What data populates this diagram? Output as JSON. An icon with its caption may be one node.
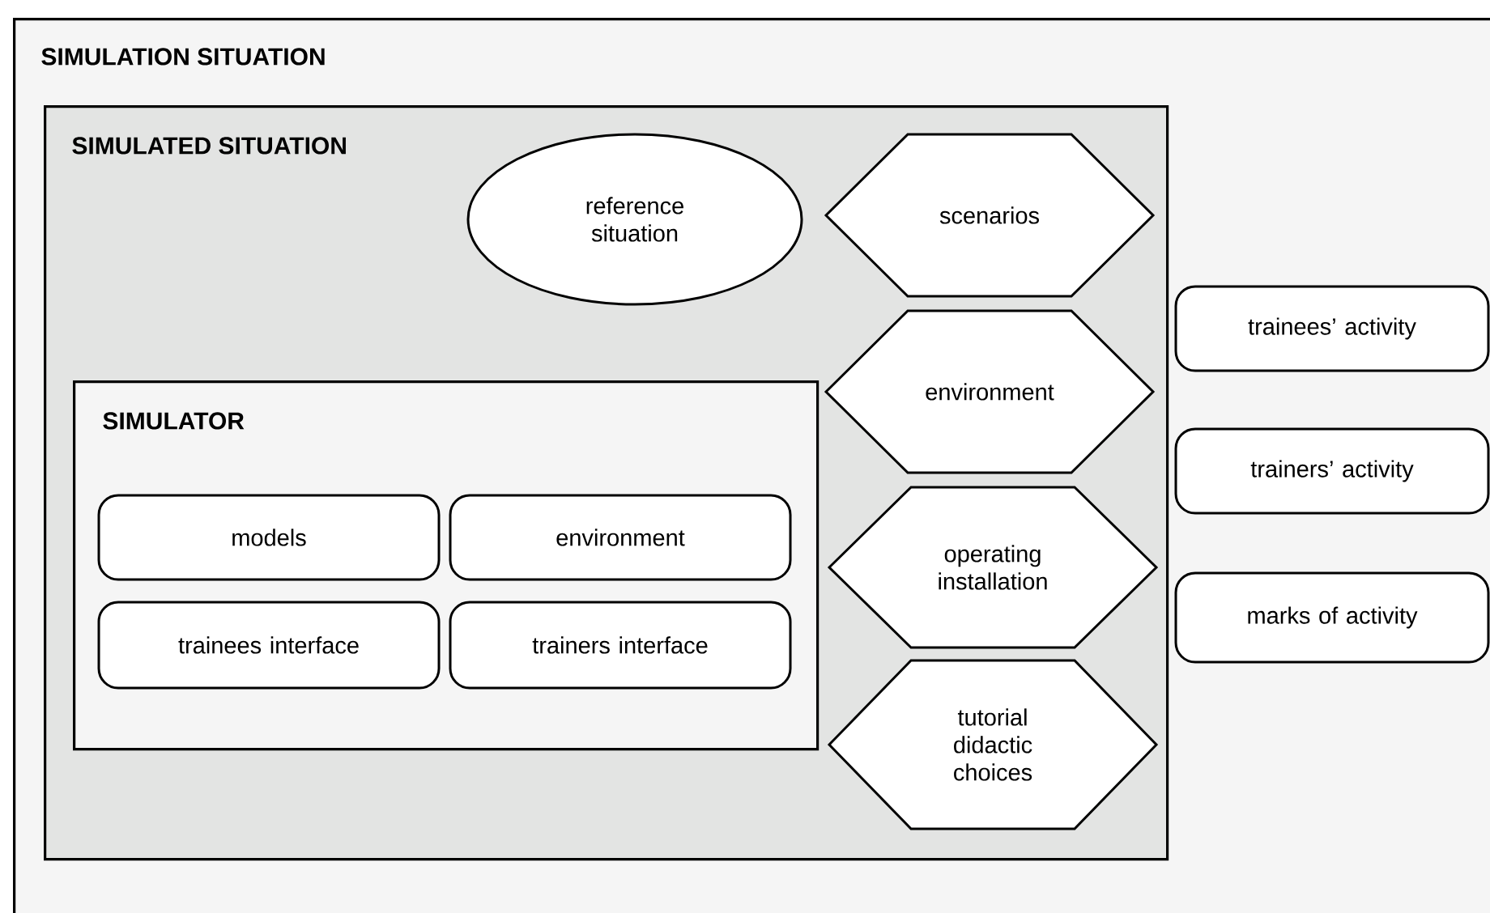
{
  "diagram": {
    "nodes": [
      {
        "text": [
          "SIMULATION SITUATION"
        ]
      },
      {
        "text": [
          "SIMULATED SITUATION"
        ],
        "in": 0
      },
      {
        "text": [
          "reference situation"
        ],
        "in": 1
      },
      {
        "text": [
          "scenarios"
        ],
        "in": 1
      },
      {
        "text": [
          "environment"
        ],
        "in": 1
      },
      {
        "text": [
          "SIMULATOR"
        ],
        "in": 1
      },
      {
        "text": [
          "models"
        ],
        "in": 5
      },
      {
        "text": [
          "environment"
        ],
        "in": 5
      },
      {
        "text": [
          "trainees interface"
        ],
        "in": 5
      },
      {
        "text": [
          "trainers interface"
        ],
        "in": 5
      },
      {
        "text": [
          "operating installation"
        ],
        "in": 1
      },
      {
        "text": [
          "tutorial didactic choices"
        ],
        "in": 1
      },
      {
        "text": [
          "trainees’ activity"
        ],
        "in": 0
      },
      {
        "text": [
          "trainers’ activity"
        ],
        "in": 0
      },
      {
        "text": [
          "marks of activity"
        ],
        "in": 0
      }
    ]
  }
}
